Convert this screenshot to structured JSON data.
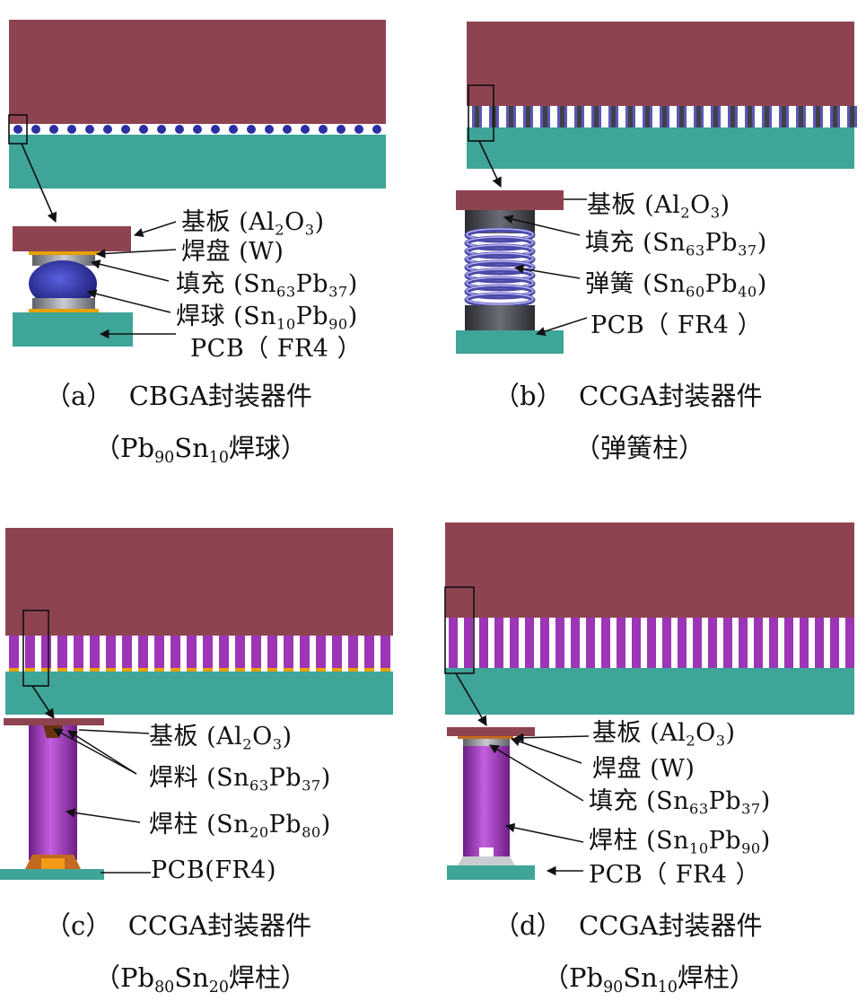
{
  "colors": {
    "substrate": "#8e4350",
    "pcb": "#3ea598",
    "cbga_ball": "#2b2fa2",
    "spring": "#5b57b4",
    "column": "#9c35b6",
    "fill_gray": "#8f939a",
    "cap_dark": "#3f4148",
    "pad_orange": "#e8a000",
    "pad_copper": "#c46a1f"
  },
  "panels": [
    {
      "id": "a",
      "labels": {
        "substrate": {
          "main": "基板",
          "formula": [
            [
              "(Al",
              "2"
            ],
            [
              "O",
              "3"
            ],
            [
              ")",
              ""
            ]
          ]
        },
        "pad": {
          "main": "焊盘",
          "formula": [
            [
              "(W)",
              ""
            ]
          ]
        },
        "fill": {
          "main": "填充",
          "formula": [
            [
              "(Sn",
              "63"
            ],
            [
              "Pb",
              "37"
            ],
            [
              ")",
              ""
            ]
          ]
        },
        "ball": {
          "main": "焊球",
          "formula": [
            [
              "(Sn",
              "10"
            ],
            [
              "Pb",
              "90"
            ],
            [
              ")",
              ""
            ]
          ]
        },
        "pcb": {
          "main": "",
          "formula": [
            [
              "PCB（ FR4 ）",
              ""
            ]
          ]
        }
      },
      "caption1": {
        "prefix": "（a）",
        "title": "CBGA封装器件"
      },
      "caption2": [
        [
          "（Pb",
          "90"
        ],
        [
          "Sn",
          "10"
        ],
        [
          "焊球）",
          ""
        ]
      ]
    },
    {
      "id": "b",
      "labels": {
        "substrate": {
          "main": "基板",
          "formula": [
            [
              "(Al",
              "2"
            ],
            [
              "O",
              "3"
            ],
            [
              ")",
              ""
            ]
          ]
        },
        "fill": {
          "main": "填充",
          "formula": [
            [
              "(Sn",
              "63"
            ],
            [
              "Pb",
              "37"
            ],
            [
              ")",
              ""
            ]
          ]
        },
        "spring": {
          "main": "弹簧",
          "formula": [
            [
              "(Sn",
              "60"
            ],
            [
              "Pb",
              "40"
            ],
            [
              ")",
              ""
            ]
          ]
        },
        "pcb": {
          "main": "",
          "formula": [
            [
              "PCB（ FR4 ）",
              ""
            ]
          ]
        }
      },
      "caption1": {
        "prefix": "（b）",
        "title": "CCGA封装器件"
      },
      "caption2": [
        [
          "（弹簧柱）",
          ""
        ]
      ]
    },
    {
      "id": "c",
      "labels": {
        "substrate": {
          "main": "基板",
          "formula": [
            [
              "(Al",
              "2"
            ],
            [
              "O",
              "3"
            ],
            [
              ")",
              ""
            ]
          ]
        },
        "solder": {
          "main": "焊料",
          "formula": [
            [
              "(Sn",
              "63"
            ],
            [
              "Pb",
              "37"
            ],
            [
              ")",
              ""
            ]
          ]
        },
        "column": {
          "main": "焊柱",
          "formula": [
            [
              "(Sn",
              "20"
            ],
            [
              "Pb",
              "80"
            ],
            [
              ")",
              ""
            ]
          ]
        },
        "pcb": {
          "main": "",
          "formula": [
            [
              "PCB(FR4)",
              ""
            ]
          ]
        }
      },
      "caption1": {
        "prefix": "（c）",
        "title": "CCGA封装器件"
      },
      "caption2": [
        [
          "（Pb",
          "80"
        ],
        [
          "Sn",
          "20"
        ],
        [
          "焊柱）",
          ""
        ]
      ]
    },
    {
      "id": "d",
      "labels": {
        "substrate": {
          "main": "基板",
          "formula": [
            [
              "(Al",
              "2"
            ],
            [
              "O",
              "3"
            ],
            [
              ")",
              ""
            ]
          ]
        },
        "pad": {
          "main": "焊盘",
          "formula": [
            [
              "(W)",
              ""
            ]
          ]
        },
        "fill": {
          "main": "填充",
          "formula": [
            [
              "(Sn",
              "63"
            ],
            [
              "Pb",
              "37"
            ],
            [
              ")",
              ""
            ]
          ]
        },
        "column": {
          "main": "焊柱",
          "formula": [
            [
              "(Sn",
              "10"
            ],
            [
              "Pb",
              "90"
            ],
            [
              ")",
              ""
            ]
          ]
        },
        "pcb": {
          "main": "",
          "formula": [
            [
              "PCB（ FR4 ）",
              ""
            ]
          ]
        }
      },
      "caption1": {
        "prefix": "（d）",
        "title": "CCGA封装器件"
      },
      "caption2": [
        [
          "（Pb",
          "90"
        ],
        [
          "Sn",
          "10"
        ],
        [
          "焊柱）",
          ""
        ]
      ]
    }
  ]
}
